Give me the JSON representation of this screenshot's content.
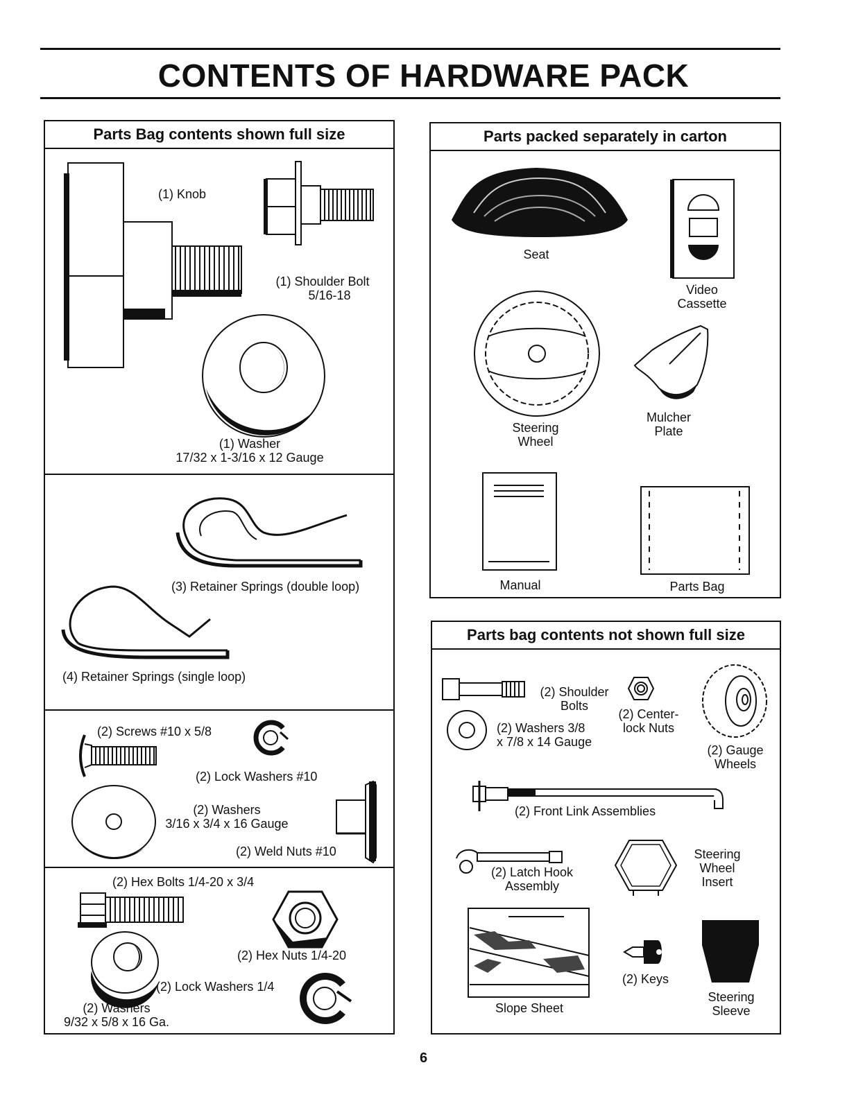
{
  "page": {
    "title": "CONTENTS OF HARDWARE PACK",
    "page_number": "6"
  },
  "left_panel": {
    "header": "Parts Bag contents shown full size",
    "knob": "(1) Knob",
    "shoulder_bolt": [
      "(1) Shoulder Bolt",
      "5/16-18"
    ],
    "washer": [
      "(1) Washer",
      "17/32 x 1-3/16 x 12 Gauge"
    ],
    "retainer_double": "(3)  Retainer Springs (double loop)",
    "retainer_single": "(4)  Retainer Springs (single loop)",
    "screws": "(2) Screws  #10 x 5/8",
    "lock_washers_10": "(2) Lock Washers  #10",
    "washers_316": [
      "(2) Washers",
      "3/16 x 3/4 x 16 Gauge"
    ],
    "weld_nuts": "(2) Weld Nuts  #10",
    "hex_bolts": "(2) Hex Bolts  1/4-20 x 3/4",
    "hex_nuts": "(2) Hex Nuts  1/4-20",
    "lock_washers_14": "(2) Lock Washers  1/4",
    "washers_932": [
      "(2) Washers",
      "9/32  x 5/8 x 16 Ga."
    ]
  },
  "right_top_panel": {
    "header": "Parts packed separately in carton",
    "seat": "Seat",
    "video": [
      "Video",
      "Cassette"
    ],
    "steering_wheel": [
      "Steering",
      "Wheel"
    ],
    "mulcher": [
      "Mulcher",
      "Plate"
    ],
    "manual": "Manual",
    "parts_bag": "Parts Bag"
  },
  "right_bottom_panel": {
    "header": "Parts bag contents not shown full size",
    "shoulder_bolts": [
      "(2) Shoulder",
      "Bolts"
    ],
    "center_nuts": [
      "(2) Center-",
      "lock Nuts"
    ],
    "washers_38": [
      "(2) Washers  3/8",
      "x 7/8 x 14 Gauge"
    ],
    "gauge_wheels": [
      "(2) Gauge",
      "Wheels"
    ],
    "front_link": "(2) Front Link Assemblies",
    "latch_hook": [
      "(2) Latch Hook",
      "Assembly"
    ],
    "steering_insert": [
      "Steering",
      "Wheel",
      "Insert"
    ],
    "slope_sheet": "Slope Sheet",
    "keys": "(2) Keys",
    "steering_sleeve": [
      "Steering",
      "Sleeve"
    ]
  }
}
